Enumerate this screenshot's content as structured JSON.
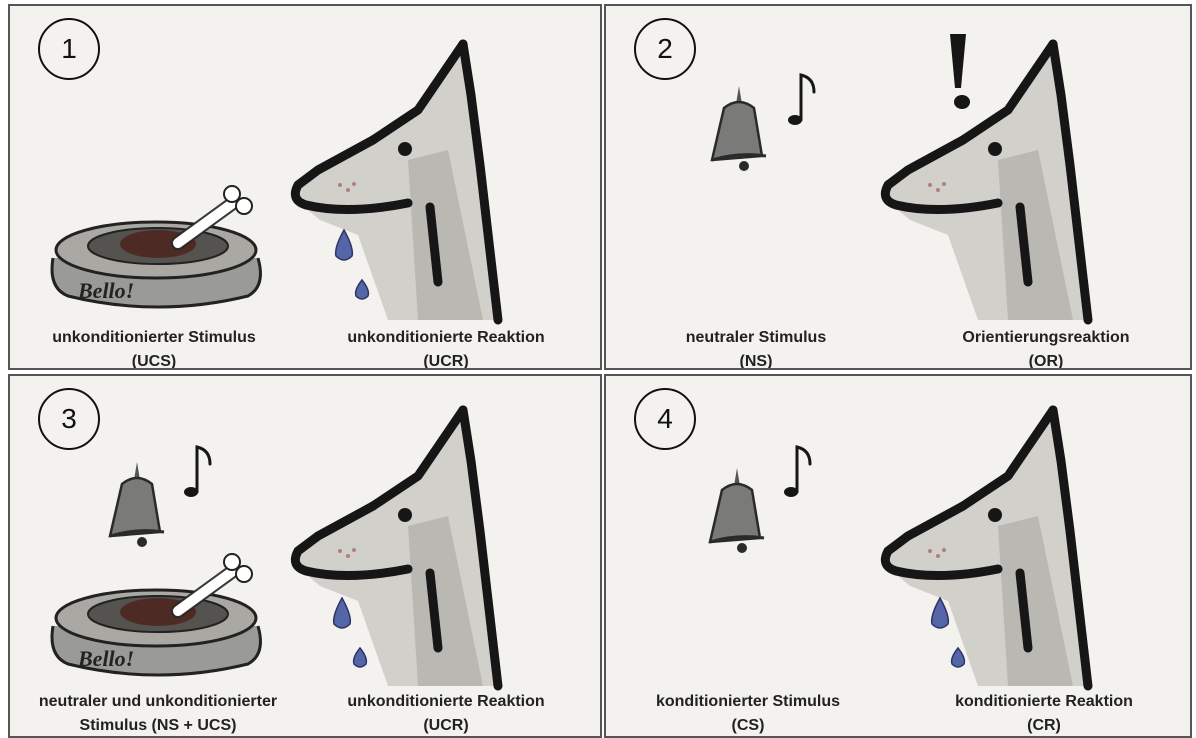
{
  "panels": [
    {
      "number": "1",
      "left_label": [
        "unkonditionierter Stimulus",
        "(UCS)"
      ],
      "right_label": [
        "unkonditionierte Reaktion",
        "(UCR)"
      ],
      "bowl_text": "Bello!"
    },
    {
      "number": "2",
      "left_label": [
        "neutraler Stimulus",
        "(NS)"
      ],
      "right_label": [
        "Orientierungsreaktion",
        "(OR)"
      ]
    },
    {
      "number": "3",
      "left_label": [
        "neutraler und unkonditionierter",
        "Stimulus (NS + UCS)"
      ],
      "right_label": [
        "unkonditionierte Reaktion",
        "(UCR)"
      ],
      "bowl_text": "Bello!"
    },
    {
      "number": "4",
      "left_label": [
        "konditionierter Stimulus",
        "(CS)"
      ],
      "right_label": [
        "konditionierte Reaktion",
        "(CR)"
      ]
    }
  ],
  "colors": {
    "panel_bg": "#f3f2ee",
    "border": "#555555",
    "dog_outline": "#161616",
    "drop": "#5566a8",
    "meat": "#4e2a24",
    "bell": "#7a7a78"
  }
}
